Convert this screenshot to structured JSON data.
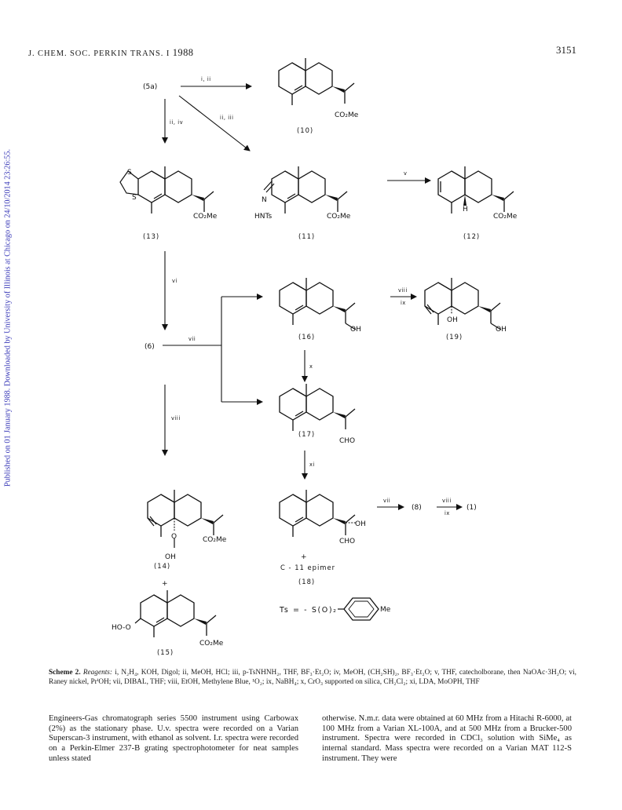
{
  "header": {
    "journal": "J. CHEM. SOC. PERKIN TRANS. I",
    "year": "1988",
    "page": "3151"
  },
  "sidebar": {
    "text": "Published on 01 January 1988. Downloaded by University of Illinois at Chicago on 24/10/2014 23:26:55."
  },
  "scheme": {
    "compounds": {
      "c5a": "(5a)",
      "c10": "(10)",
      "c13": "(13)",
      "c11": "(11)",
      "c12": "(12)",
      "c6": "(6)",
      "c16": "(16)",
      "c19": "(19)",
      "c17": "(17)",
      "c14": "(14)",
      "c18": "(18)",
      "c15": "(15)",
      "c8": "(8)",
      "c1": "(1)"
    },
    "reagents": {
      "r_i_ii": "i, ii",
      "r_ii_iv": "ii, iv",
      "r_ii_iii": "ii, iii",
      "r_v": "v",
      "r_vi": "vi",
      "r_vii": "vii",
      "r_viii": "viii",
      "r_ix": "ix",
      "r_x": "x",
      "r_xi": "xi",
      "r_vii_b": "vii",
      "r_viii_b": "viii",
      "r_ix_b": "ix",
      "r_viii_c": "viii",
      "r_ix_c": "ix"
    },
    "groups": {
      "co2me": "CO₂Me",
      "oh": "OH",
      "cho": "CHO",
      "h": "H",
      "n": "N",
      "nhts": "HNTs",
      "s": "S",
      "o": "O",
      "ho_o": "HO-O"
    },
    "plus": "+",
    "c11_epimer": "C - 11 epimer",
    "ts_def": "Ts = - S(O)₂",
    "me": "Me"
  },
  "caption": {
    "label": "Scheme 2.",
    "reagents_label": "Reagents:",
    "text": "i, N₂H₄, KOH, Digol; ii, MeOH, HCl; iii, p-TsNHNH₂, THF, BF₃·Et₂O; iv, MeOH, (CH₂SH)₂, BF₃·Et₂O; v, THF, catecholborane, then NaOAc·3H₂O; vi, Raney nickel, PrⁱOH; vii, DIBAL, THF; viii, EtOH, Methylene Blue, ¹O₂; ix, NaBH₄; x, CrO₃ supported on silica, CH₂Cl₂; xi, LDA, MoOPH, THF"
  },
  "body": {
    "left": "Engineers-Gas chromatograph series 5500 instrument using Carbowax (2%) as the stationary phase. U.v. spectra were recorded on a Varian Superscan-3 instrument, with ethanol as solvent. I.r. spectra were recorded on a Perkin-Elmer 237-B grating spectrophotometer for neat samples unless stated",
    "right": "otherwise. N.m.r. data were obtained at 60 MHz from a Hitachi R-6000, at 100 MHz from a Varian XL-100A, and at 500 MHz from a Brucker-500 instrument. Spectra were recorded in CDCl₃ solution with SiMe₄ as internal standard. Mass spectra were recorded on a Varian MAT 112-S instrument. They were"
  }
}
